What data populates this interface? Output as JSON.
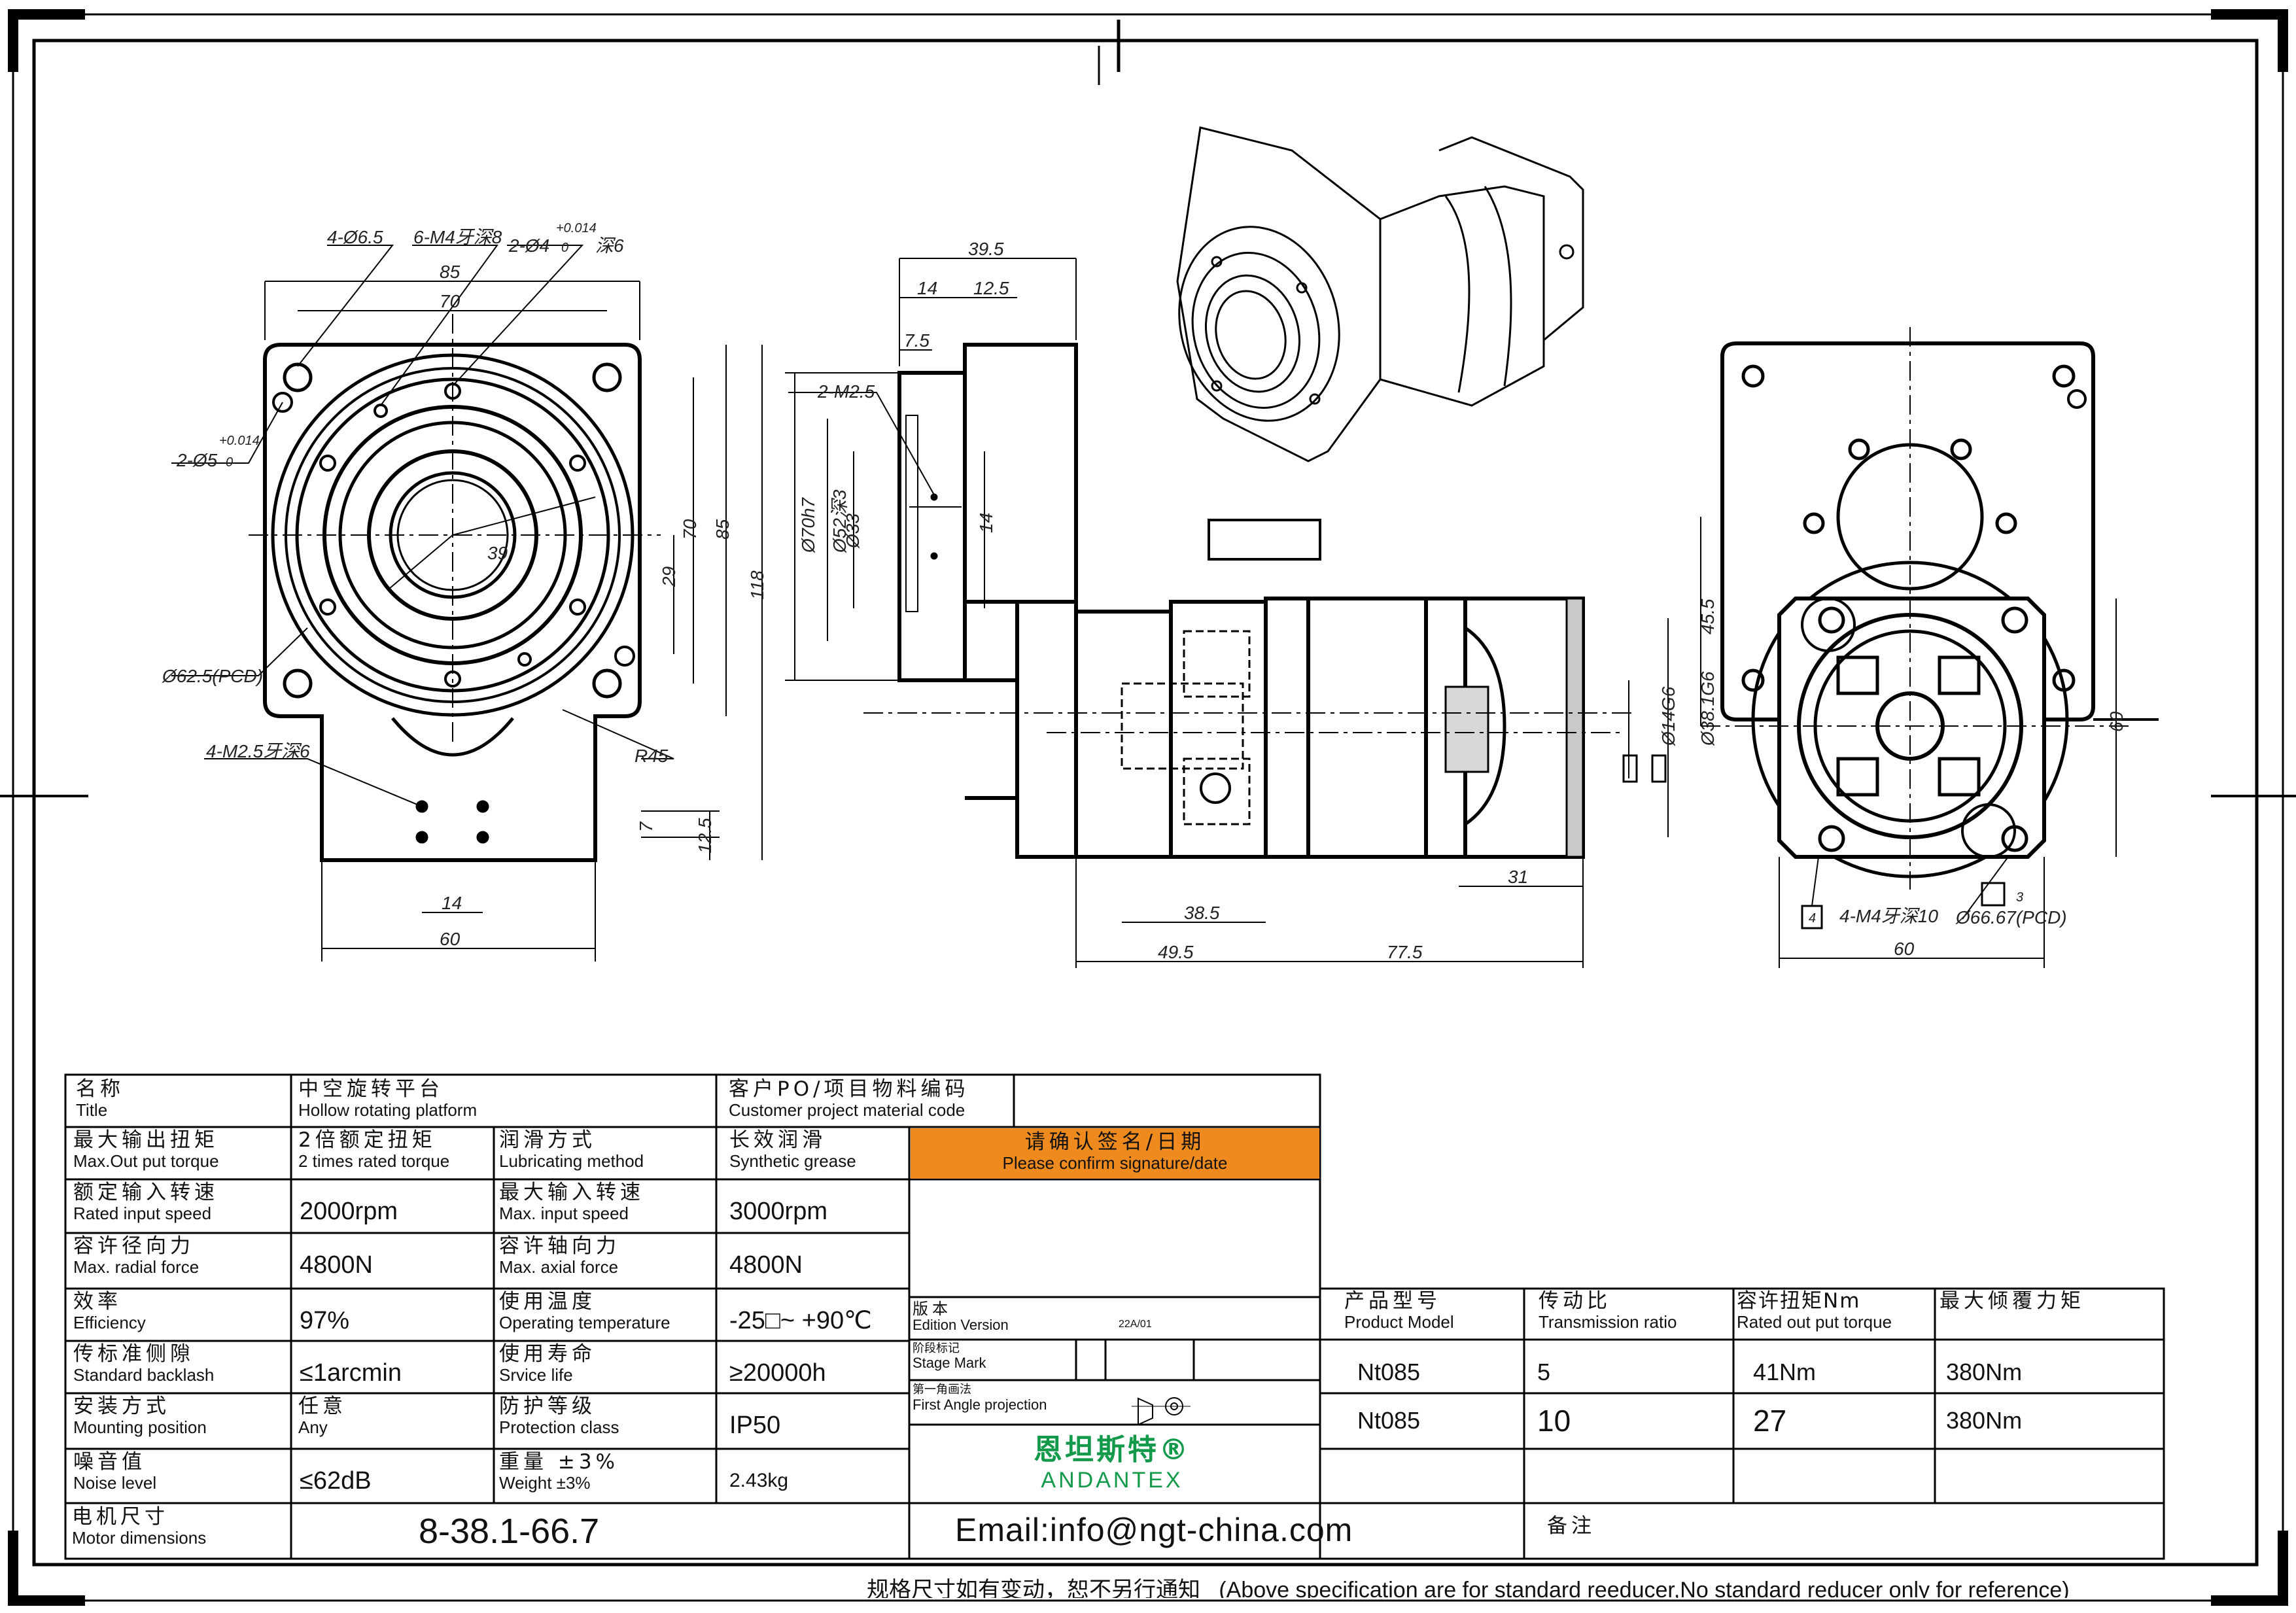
{
  "dimensions": {
    "holes_4": "4-Ø6.5",
    "thread_6": "6-M4牙深8",
    "pin_2_top": "2-Ø4",
    "pin_2_top_tol": "+0.014",
    "pin_2_top_tol0": "0",
    "pin_2_top_depth": "深6",
    "pin_2_left": "2-Ø5",
    "pin_2_left_tol": "+0.014",
    "pin_2_left_tol0": "0",
    "w85": "85",
    "w70": "70",
    "h70": "70",
    "h85": "85",
    "h118": "118",
    "h29": "29",
    "d39": "39",
    "pcd625": "Ø62.5(PCD)",
    "m25": "4-M2.5牙深6",
    "r45": "R45",
    "d7": "7",
    "d125": "12.5",
    "d14b": "14",
    "d60": "60",
    "side_395": "39.5",
    "side_14": "14",
    "side_125": "12.5",
    "side_75": "7.5",
    "side_m25": "2-M2.5",
    "side_d70": "Ø70h7",
    "side_d52": "Ø52深3",
    "side_d33": "Ø33",
    "side_14v": "14",
    "sec_385": "38.5",
    "sec_495": "49.5",
    "sec_775": "77.5",
    "sec_31": "31",
    "sec_14g6": "Ø14G6",
    "sec_381g6": "Ø38.1G6",
    "right_455": "45.5",
    "right_60h": "60",
    "right_60w": "60",
    "right_m4": "4-M4牙深10",
    "right_pcd": "Ø66.67(PCD)",
    "right_circ1": "4",
    "right_circ2": "3"
  },
  "table": {
    "title_cn": "名称",
    "title_en": "Title",
    "title_val_cn": "中空旋转平台",
    "title_val_en": "Hollow rotating platform",
    "po_cn": "客户PO/项目物料编码",
    "po_en": "Customer project material code",
    "confirm_cn": "请确认签名/日期",
    "confirm_en": "Please confirm signature/date",
    "rows": [
      {
        "l_cn": "最大输出扭矩",
        "l_en": "Max.Out put torque",
        "v1_cn": "2倍额定扭矩",
        "v1_en": "2 times rated torque",
        "m_cn": "润滑方式",
        "m_en": "Lubricating method",
        "v2_cn": "长效润滑",
        "v2_en": "Synthetic grease"
      },
      {
        "l_cn": "额定输入转速",
        "l_en": "Rated input speed",
        "v1": "2000rpm",
        "m_cn": "最大输入转速",
        "m_en": "Max. input speed",
        "v2": "3000rpm"
      },
      {
        "l_cn": "容许径向力",
        "l_en": "Max. radial force",
        "v1": "4800N",
        "m_cn": "容许轴向力",
        "m_en": "Max. axial force",
        "v2": "4800N"
      },
      {
        "l_cn": "效率",
        "l_en": "Efficiency",
        "v1": "97%",
        "m_cn": "使用温度",
        "m_en": "Operating temperature",
        "v2": "-25□~ +90℃"
      },
      {
        "l_cn": "传标准侧隙",
        "l_en": "Standard backlash",
        "v1": "≤1arcmin",
        "m_cn": "使用寿命",
        "m_en": "Srvice life",
        "v2": "≥20000h"
      },
      {
        "l_cn": "安装方式",
        "l_en": "Mounting position",
        "v1_cn": "任意",
        "v1_en": "Any",
        "m_cn": "防护等级",
        "m_en": "Protection class",
        "v2": "IP50"
      },
      {
        "l_cn": "噪音值",
        "l_en": "Noise level",
        "v1": "≤62dB",
        "m_cn": "重量 ±3%",
        "m_en": "Weight ±3%",
        "v2": "2.43kg"
      }
    ],
    "motor_cn": "电机尺寸",
    "motor_en": "Motor dimensions",
    "motor_val": "8-38.1-66.7",
    "edition_cn": "版本",
    "edition_en": "Edition Version",
    "edition_val": "22A/01",
    "stage_cn": "阶段标记",
    "stage_en": "Stage Mark",
    "proj_cn": "第一角画法",
    "proj_en": "First Angle projection",
    "logo_cn": "恩坦斯特",
    "logo_reg": "®",
    "logo_en": "ANDANTEX",
    "email": "Email:info@ngt-china.com",
    "model_hdr_cn": "产品型号",
    "model_hdr_en": "Product Model",
    "ratio_hdr_cn": "传动比",
    "ratio_hdr_en": "Transmission ratio",
    "torque_hdr_cn": "容许扭矩Nm",
    "torque_hdr_en": "Rated out put torque",
    "tilt_hdr_cn": "最大倾覆力矩",
    "models": [
      {
        "model": "Nt085",
        "ratio": "5",
        "torque": "41Nm",
        "tilt": "380Nm"
      },
      {
        "model": "Nt085",
        "ratio": "10",
        "torque": "27",
        "tilt": "380Nm"
      }
    ],
    "remark_cn": "备注"
  },
  "footer": "规格尺寸如有变动，恕不另行通知   (Above specification are for standard reeducer,No standard reducer only for reference)"
}
